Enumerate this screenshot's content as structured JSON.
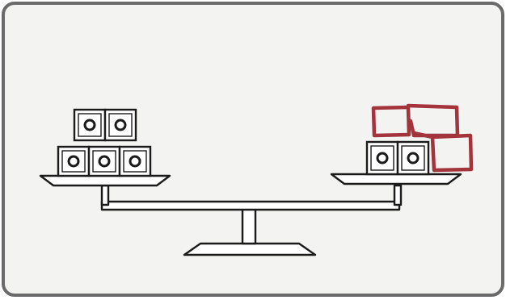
{
  "scene": {
    "description_free": true,
    "colors": {
      "ink": "#1b1b1b",
      "paper": "#f3f3f1",
      "frame": "#6a6a6a",
      "drawn_box": "#a3343c"
    },
    "left_pan": {
      "blocks": 5,
      "rows": [
        3,
        2
      ]
    },
    "right_pan": {
      "printed_blocks": 2,
      "hand_drawn_blocks": 3
    }
  }
}
